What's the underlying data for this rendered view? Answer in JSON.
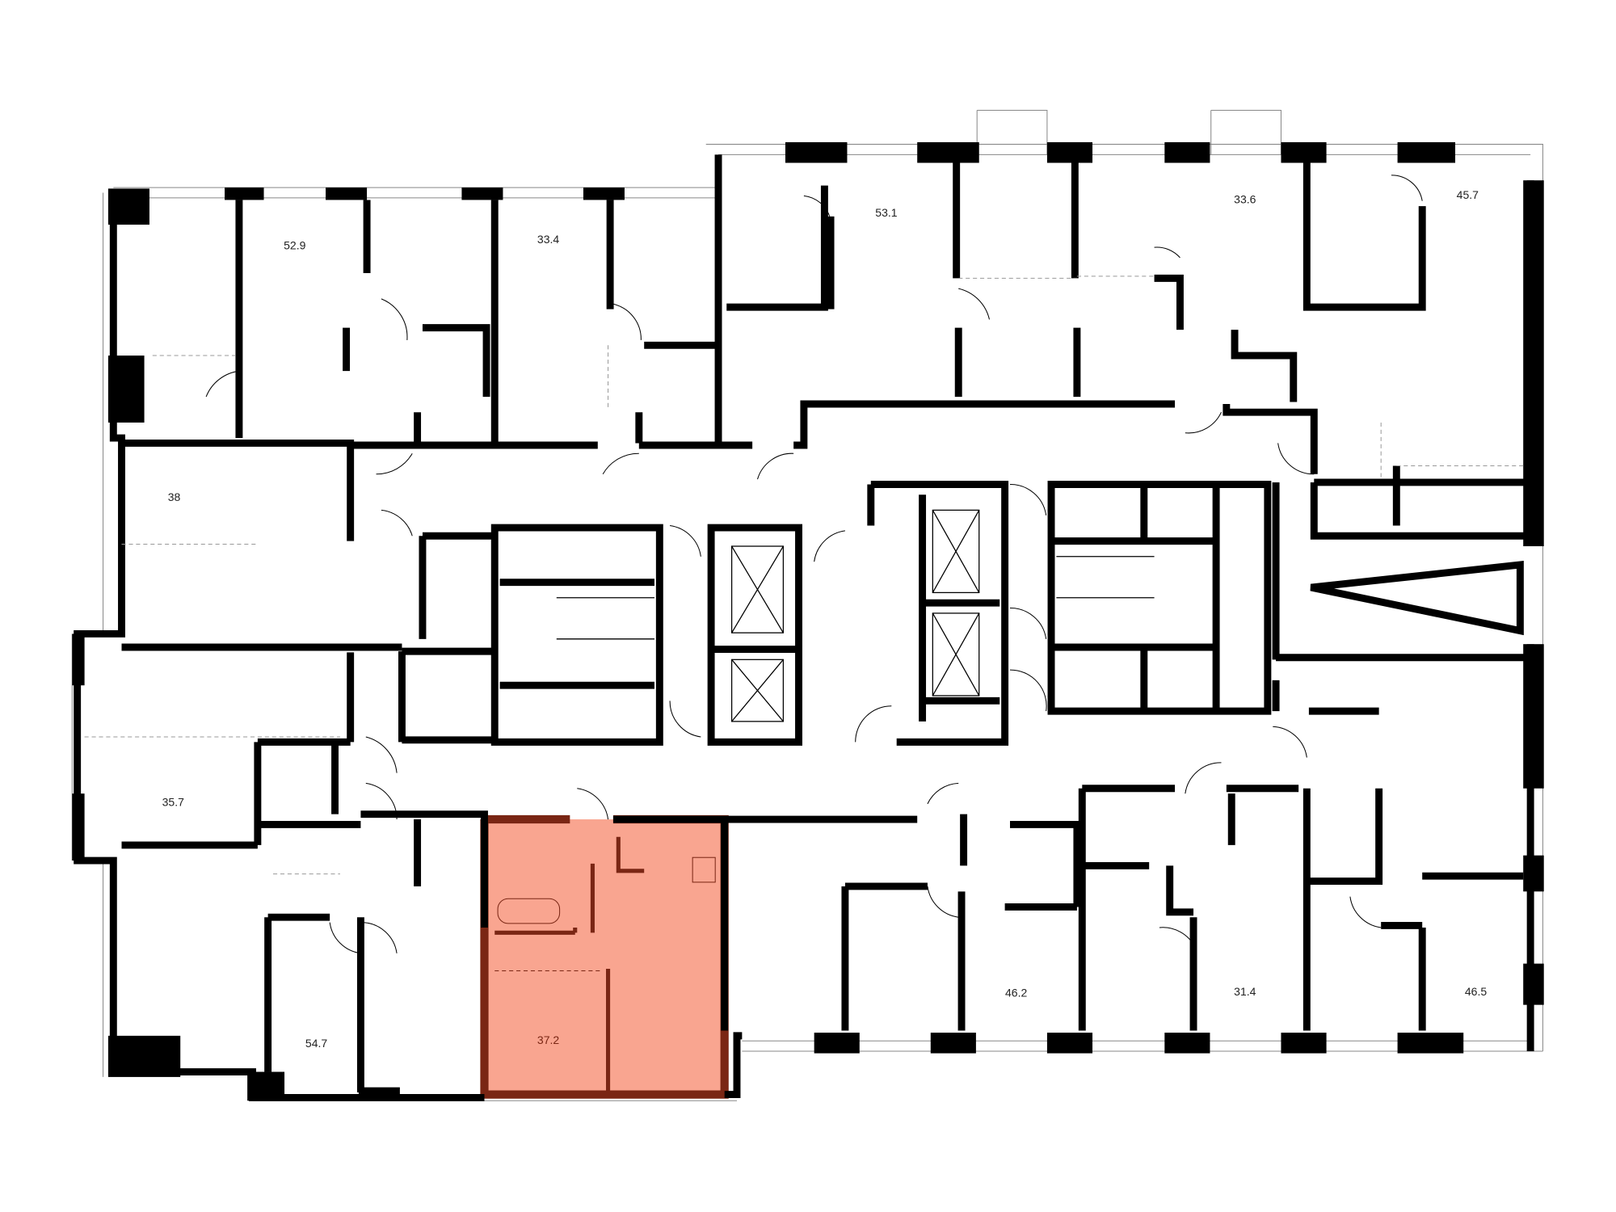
{
  "plan": {
    "highlight_fill": "#F9A590",
    "highlight_wall": "#7A2614",
    "apartments": [
      {
        "id": "a1",
        "area": "52.9"
      },
      {
        "id": "a2",
        "area": "33.4"
      },
      {
        "id": "a3",
        "area": "53.1"
      },
      {
        "id": "a4",
        "area": "33.6"
      },
      {
        "id": "a5",
        "area": "45.7"
      },
      {
        "id": "a6",
        "area": "38"
      },
      {
        "id": "a7",
        "area": "35.7"
      },
      {
        "id": "a8",
        "area": "54.7"
      },
      {
        "id": "a9",
        "area": "37.2",
        "selected": true
      },
      {
        "id": "a10",
        "area": "46.2"
      },
      {
        "id": "a11",
        "area": "31.4"
      },
      {
        "id": "a12",
        "area": "46.5"
      }
    ]
  }
}
